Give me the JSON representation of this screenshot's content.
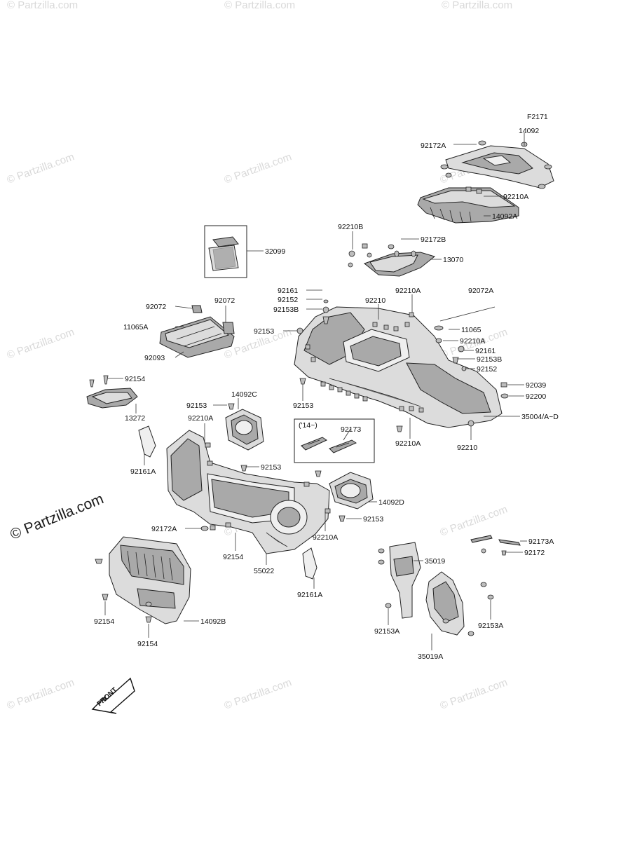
{
  "figure_code": "F2171",
  "watermarks": {
    "light_text": "© Partzilla.com",
    "bold_text": "© Partzilla.com"
  },
  "inset_note": "('14~)",
  "front_arrow": "FRONT",
  "labels": [
    {
      "id": "14092",
      "text": "14092"
    },
    {
      "id": "92172A_top",
      "text": "92172A"
    },
    {
      "id": "92210A_top",
      "text": "92210A"
    },
    {
      "id": "14092A",
      "text": "14092A"
    },
    {
      "id": "92210B",
      "text": "92210B"
    },
    {
      "id": "92172B",
      "text": "92172B"
    },
    {
      "id": "13070",
      "text": "13070"
    },
    {
      "id": "32099",
      "text": "32099"
    },
    {
      "id": "92161_l",
      "text": "92161"
    },
    {
      "id": "92152_l",
      "text": "92152"
    },
    {
      "id": "92153B_l",
      "text": "92153B"
    },
    {
      "id": "92153_a",
      "text": "92153"
    },
    {
      "id": "92210_top",
      "text": "92210"
    },
    {
      "id": "92210A_mid",
      "text": "92210A"
    },
    {
      "id": "92072A",
      "text": "92072A"
    },
    {
      "id": "11065",
      "text": "11065"
    },
    {
      "id": "92210A_r",
      "text": "92210A"
    },
    {
      "id": "92161_r",
      "text": "92161"
    },
    {
      "id": "92153B_r",
      "text": "92153B"
    },
    {
      "id": "92152_r",
      "text": "92152"
    },
    {
      "id": "92039",
      "text": "92039"
    },
    {
      "id": "92200",
      "text": "92200"
    },
    {
      "id": "35004",
      "text": "35004/A~D"
    },
    {
      "id": "92210_bot",
      "text": "92210"
    },
    {
      "id": "92210A_bot",
      "text": "92210A"
    },
    {
      "id": "92153_b",
      "text": "92153"
    },
    {
      "id": "92072_l",
      "text": "92072"
    },
    {
      "id": "92072_r",
      "text": "92072"
    },
    {
      "id": "11065A",
      "text": "11065A"
    },
    {
      "id": "92093",
      "text": "92093"
    },
    {
      "id": "92154_a",
      "text": "92154"
    },
    {
      "id": "13272",
      "text": "13272"
    },
    {
      "id": "92153_c",
      "text": "92153"
    },
    {
      "id": "14092C",
      "text": "14092C"
    },
    {
      "id": "92210A_c",
      "text": "92210A"
    },
    {
      "id": "92161A_a",
      "text": "92161A"
    },
    {
      "id": "92173",
      "text": "92173"
    },
    {
      "id": "92153_d",
      "text": "92153"
    },
    {
      "id": "14092D",
      "text": "14092D"
    },
    {
      "id": "92153_e",
      "text": "92153"
    },
    {
      "id": "92172A_b",
      "text": "92172A"
    },
    {
      "id": "92154_b",
      "text": "92154"
    },
    {
      "id": "55022",
      "text": "55022"
    },
    {
      "id": "92210A_d",
      "text": "92210A"
    },
    {
      "id": "92161A_b",
      "text": "92161A"
    },
    {
      "id": "35019",
      "text": "35019"
    },
    {
      "id": "92173A",
      "text": "92173A"
    },
    {
      "id": "92172",
      "text": "92172"
    },
    {
      "id": "92153A_l",
      "text": "92153A"
    },
    {
      "id": "92153A_r",
      "text": "92153A"
    },
    {
      "id": "35019A",
      "text": "35019A"
    },
    {
      "id": "92154_c",
      "text": "92154"
    },
    {
      "id": "92154_d",
      "text": "92154"
    },
    {
      "id": "14092B",
      "text": "14092B"
    }
  ]
}
